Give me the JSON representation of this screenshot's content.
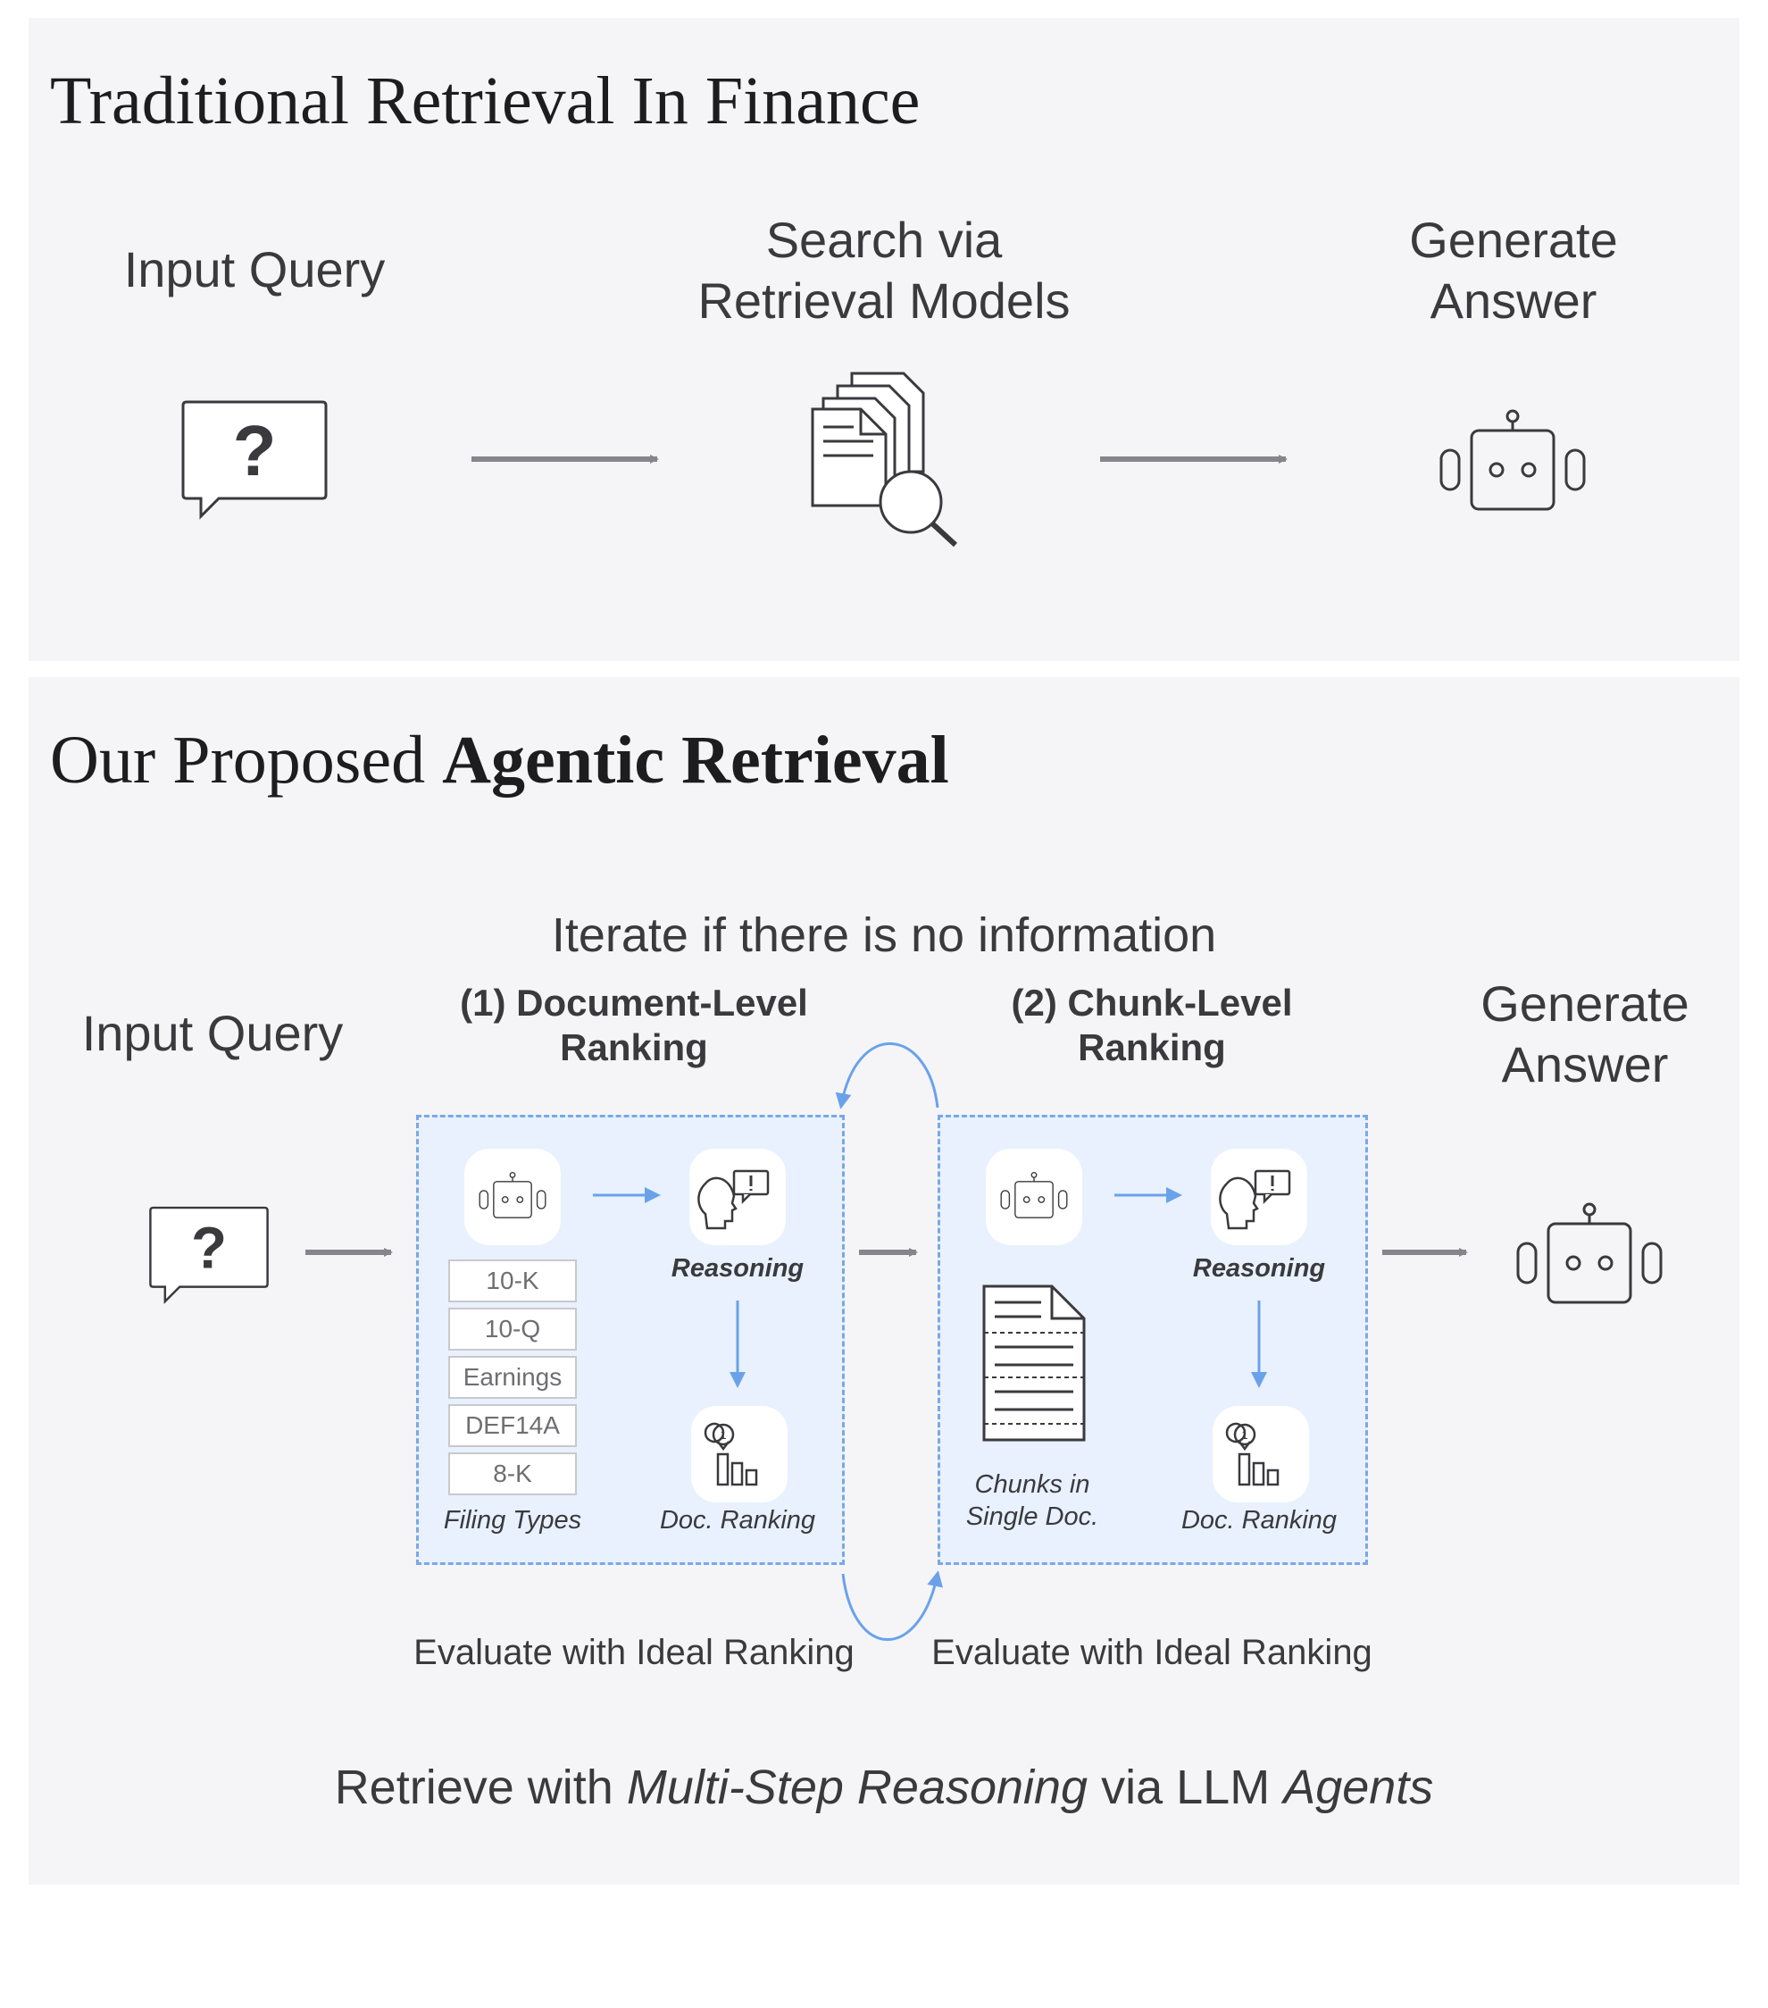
{
  "top": {
    "title": "Traditional Retrieval In Finance",
    "step1": "Input Query",
    "step2": [
      "Search via",
      "Retrieval Models"
    ],
    "step3": [
      "Generate",
      "Answer"
    ]
  },
  "bottom": {
    "title_plain": "Our Proposed ",
    "title_bold": "Agentic Retrieval",
    "iterate_label": "Iterate if there is no information",
    "input_label": "Input Query",
    "stage1_title": [
      "(1) Document-Level",
      "Ranking"
    ],
    "stage2_title": [
      "(2) Chunk-Level",
      "Ranking"
    ],
    "generate_label": [
      "Generate",
      "Answer"
    ],
    "filing_types": [
      "10-K",
      "10-Q",
      "Earnings",
      "DEF14A",
      "8-K"
    ],
    "filing_caption": "Filing Types",
    "reasoning": "Reasoning",
    "doc_ranking": "Doc. Ranking",
    "chunks_caption": [
      "Chunks in",
      "Single Doc."
    ],
    "evaluate_label": "Evaluate with Ideal Ranking",
    "footer": {
      "p1": "Retrieve with ",
      "p2": "Multi-Step Reasoning",
      "p3": " via LLM ",
      "p4": "Agents"
    }
  },
  "icons": [
    "question-bubble-icon",
    "document-search-icon",
    "robot-icon",
    "thinking-head-icon",
    "ranking-chart-icon",
    "chunked-document-icon"
  ],
  "colors": {
    "panel": "#f5f5f7",
    "stage_box": "#e8f1fd",
    "dashed_border": "#7aa8e6",
    "blue_arrow": "#6aa2ea",
    "gray_arrow": "#85858b",
    "icon_stroke": "#3a3a3e"
  }
}
